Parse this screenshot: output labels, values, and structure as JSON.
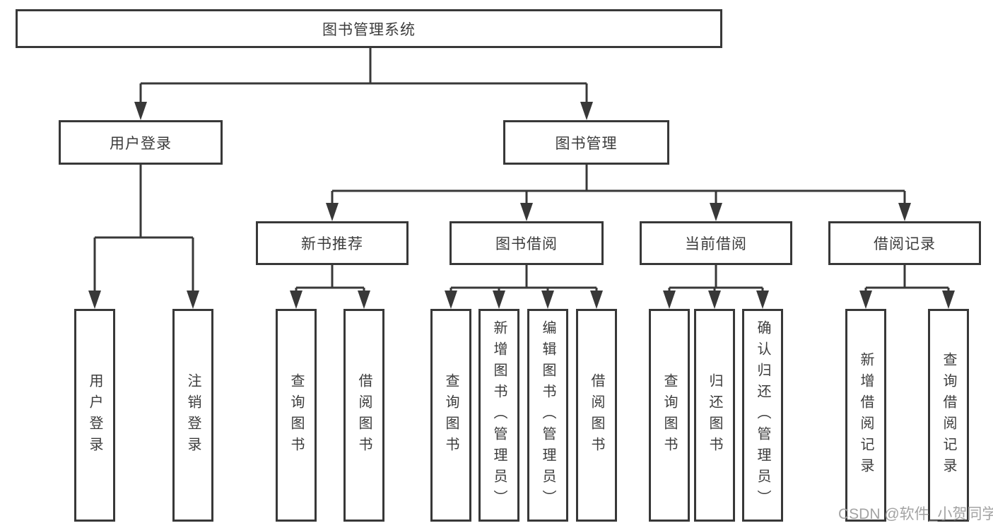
{
  "diagram": {
    "root": {
      "label": "图书管理系统"
    },
    "level2": [
      {
        "label": "用户登录"
      },
      {
        "label": "图书管理"
      }
    ],
    "level3": [
      {
        "label": "新书推荐"
      },
      {
        "label": "图书借阅"
      },
      {
        "label": "当前借阅"
      },
      {
        "label": "借阅记录"
      }
    ],
    "leaves": [
      {
        "label": "用户登录"
      },
      {
        "label": "注销登录"
      },
      {
        "label": "查询图书"
      },
      {
        "label": "借阅图书"
      },
      {
        "label": "查询图书"
      },
      {
        "label": "新增图书（管理员）"
      },
      {
        "label": "编辑图书（管理员）"
      },
      {
        "label": "借阅图书"
      },
      {
        "label": "查询图书"
      },
      {
        "label": "归还图书"
      },
      {
        "label": "确认归还（管理员）"
      },
      {
        "label": "新增借阅记录"
      },
      {
        "label": "查询借阅记录"
      }
    ],
    "colors": {
      "line": "#383838",
      "text": "#3c3c3c",
      "watermark": "#a3a3a3",
      "background": "#ffffff"
    }
  },
  "watermark": {
    "text": "CSDN @软件_小贺同学"
  }
}
